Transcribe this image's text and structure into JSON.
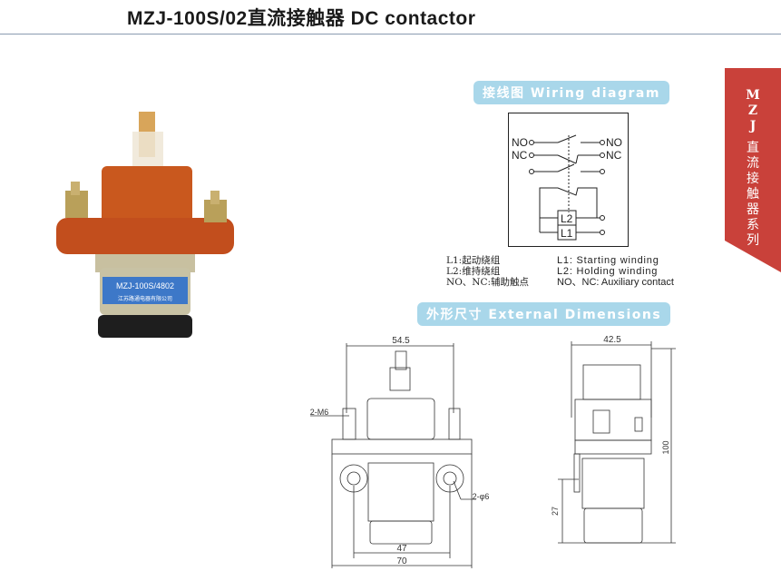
{
  "header": {
    "title": "MZJ-100S/02直流接触器 DC contactor"
  },
  "side_tab": {
    "series_code": [
      "M",
      "Z",
      "J"
    ],
    "series_name": [
      "直",
      "流",
      "接",
      "触",
      "器",
      "系",
      "列"
    ]
  },
  "wiring": {
    "heading": "接线图 Wiring diagram",
    "terminal_labels": {
      "no_left": "NO",
      "nc_left": "NC",
      "no_right": "NO",
      "nc_right": "NC",
      "coil2": "L2",
      "coil1": "L1"
    },
    "legend_cn": [
      "L1:起动绕组",
      "L2:维持绕组",
      "NO、NC:辅助触点"
    ],
    "legend_en": [
      "L1:  Starting  winding",
      "L2:  Holding  winding",
      "NO、NC: Auxiliary contact"
    ]
  },
  "dimensions": {
    "heading": "外形尺寸 External Dimensions",
    "front": {
      "top_width": "54.5",
      "thread": "2-M6",
      "hole": "2-φ6",
      "hole_spacing": "47",
      "base_width": "70"
    },
    "side": {
      "top_width": "42.5",
      "height": "100",
      "bracket": "27"
    }
  },
  "product_photo": {
    "label_model": "MZJ-100S/4802",
    "label_maker": "江苏路通电器有限公司"
  },
  "colors": {
    "accent_red": "#c9413a",
    "pill_blue": "#a9d7ea",
    "housing": "#c9581e"
  }
}
